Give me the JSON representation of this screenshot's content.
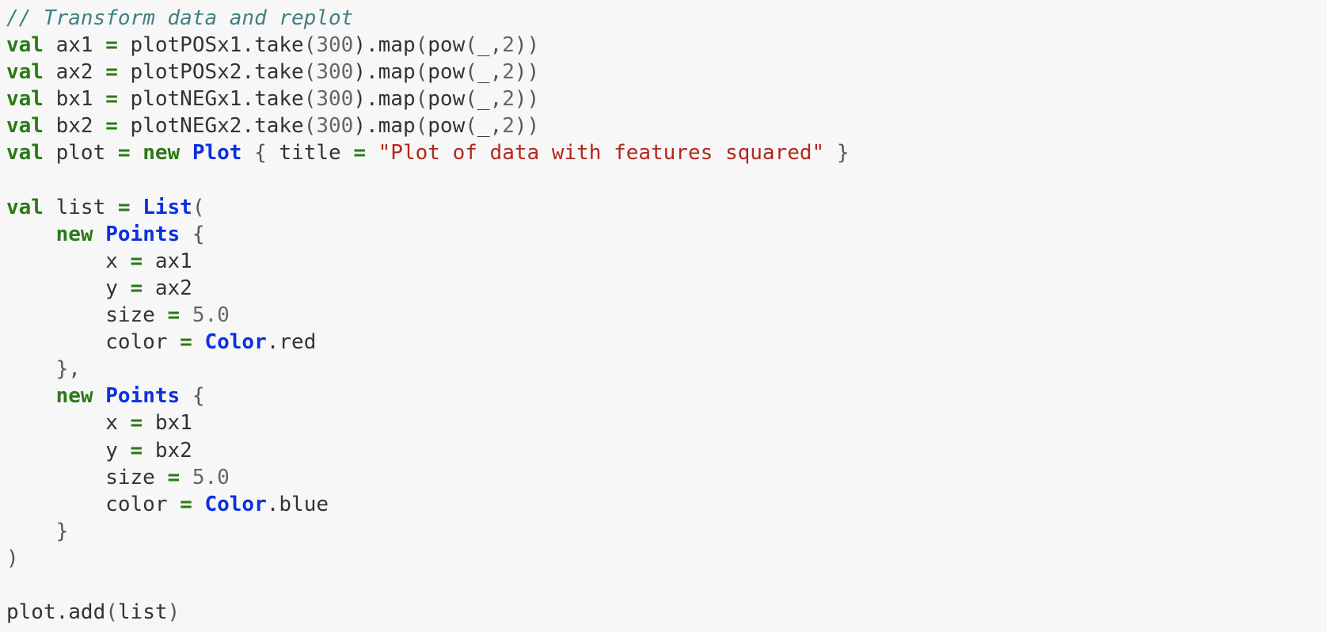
{
  "code_cell": {
    "lines": [
      [
        {
          "t": "// Transform data and replot",
          "k": "comment"
        }
      ],
      [
        {
          "t": "val",
          "k": "kw"
        },
        {
          "t": " ax1 ",
          "k": "ident"
        },
        {
          "t": "=",
          "k": "op"
        },
        {
          "t": " plotPOSx1.take",
          "k": "ident"
        },
        {
          "t": "(",
          "k": "punc"
        },
        {
          "t": "300",
          "k": "num"
        },
        {
          "t": ").map",
          "k": "ident"
        },
        {
          "t": "(",
          "k": "punc"
        },
        {
          "t": "pow",
          "k": "ident"
        },
        {
          "t": "(",
          "k": "punc"
        },
        {
          "t": "_",
          "k": "ident"
        },
        {
          "t": ",",
          "k": "punc"
        },
        {
          "t": "2",
          "k": "num"
        },
        {
          "t": "))",
          "k": "punc"
        }
      ],
      [
        {
          "t": "val",
          "k": "kw"
        },
        {
          "t": " ax2 ",
          "k": "ident"
        },
        {
          "t": "=",
          "k": "op"
        },
        {
          "t": " plotPOSx2.take",
          "k": "ident"
        },
        {
          "t": "(",
          "k": "punc"
        },
        {
          "t": "300",
          "k": "num"
        },
        {
          "t": ").map",
          "k": "ident"
        },
        {
          "t": "(",
          "k": "punc"
        },
        {
          "t": "pow",
          "k": "ident"
        },
        {
          "t": "(",
          "k": "punc"
        },
        {
          "t": "_",
          "k": "ident"
        },
        {
          "t": ",",
          "k": "punc"
        },
        {
          "t": "2",
          "k": "num"
        },
        {
          "t": "))",
          "k": "punc"
        }
      ],
      [
        {
          "t": "val",
          "k": "kw"
        },
        {
          "t": " bx1 ",
          "k": "ident"
        },
        {
          "t": "=",
          "k": "op"
        },
        {
          "t": " plotNEGx1.take",
          "k": "ident"
        },
        {
          "t": "(",
          "k": "punc"
        },
        {
          "t": "300",
          "k": "num"
        },
        {
          "t": ").map",
          "k": "ident"
        },
        {
          "t": "(",
          "k": "punc"
        },
        {
          "t": "pow",
          "k": "ident"
        },
        {
          "t": "(",
          "k": "punc"
        },
        {
          "t": "_",
          "k": "ident"
        },
        {
          "t": ",",
          "k": "punc"
        },
        {
          "t": "2",
          "k": "num"
        },
        {
          "t": "))",
          "k": "punc"
        }
      ],
      [
        {
          "t": "val",
          "k": "kw"
        },
        {
          "t": " bx2 ",
          "k": "ident"
        },
        {
          "t": "=",
          "k": "op"
        },
        {
          "t": " plotNEGx2.take",
          "k": "ident"
        },
        {
          "t": "(",
          "k": "punc"
        },
        {
          "t": "300",
          "k": "num"
        },
        {
          "t": ").map",
          "k": "ident"
        },
        {
          "t": "(",
          "k": "punc"
        },
        {
          "t": "pow",
          "k": "ident"
        },
        {
          "t": "(",
          "k": "punc"
        },
        {
          "t": "_",
          "k": "ident"
        },
        {
          "t": ",",
          "k": "punc"
        },
        {
          "t": "2",
          "k": "num"
        },
        {
          "t": "))",
          "k": "punc"
        }
      ],
      [
        {
          "t": "val",
          "k": "kw"
        },
        {
          "t": " plot ",
          "k": "ident"
        },
        {
          "t": "=",
          "k": "op"
        },
        {
          "t": " ",
          "k": "ident"
        },
        {
          "t": "new",
          "k": "kw"
        },
        {
          "t": " ",
          "k": "ident"
        },
        {
          "t": "Plot",
          "k": "type"
        },
        {
          "t": " { ",
          "k": "punc"
        },
        {
          "t": "title ",
          "k": "ident"
        },
        {
          "t": "=",
          "k": "op"
        },
        {
          "t": " ",
          "k": "ident"
        },
        {
          "t": "\"Plot of data with features squared\"",
          "k": "str"
        },
        {
          "t": " }",
          "k": "punc"
        }
      ],
      [],
      [
        {
          "t": "val",
          "k": "kw"
        },
        {
          "t": " list ",
          "k": "ident"
        },
        {
          "t": "=",
          "k": "op"
        },
        {
          "t": " ",
          "k": "ident"
        },
        {
          "t": "List",
          "k": "type"
        },
        {
          "t": "(",
          "k": "punc"
        }
      ],
      [
        {
          "t": "    ",
          "k": "ident"
        },
        {
          "t": "new",
          "k": "kw"
        },
        {
          "t": " ",
          "k": "ident"
        },
        {
          "t": "Points",
          "k": "type"
        },
        {
          "t": " {",
          "k": "punc"
        }
      ],
      [
        {
          "t": "        x ",
          "k": "ident"
        },
        {
          "t": "=",
          "k": "op"
        },
        {
          "t": " ax1",
          "k": "ident"
        }
      ],
      [
        {
          "t": "        y ",
          "k": "ident"
        },
        {
          "t": "=",
          "k": "op"
        },
        {
          "t": " ax2",
          "k": "ident"
        }
      ],
      [
        {
          "t": "        size ",
          "k": "ident"
        },
        {
          "t": "=",
          "k": "op"
        },
        {
          "t": " ",
          "k": "ident"
        },
        {
          "t": "5.0",
          "k": "num"
        }
      ],
      [
        {
          "t": "        color ",
          "k": "ident"
        },
        {
          "t": "=",
          "k": "op"
        },
        {
          "t": " ",
          "k": "ident"
        },
        {
          "t": "Color",
          "k": "type"
        },
        {
          "t": ".red",
          "k": "ident"
        }
      ],
      [
        {
          "t": "    },",
          "k": "punc"
        }
      ],
      [
        {
          "t": "    ",
          "k": "ident"
        },
        {
          "t": "new",
          "k": "kw"
        },
        {
          "t": " ",
          "k": "ident"
        },
        {
          "t": "Points",
          "k": "type"
        },
        {
          "t": " {",
          "k": "punc"
        }
      ],
      [
        {
          "t": "        x ",
          "k": "ident"
        },
        {
          "t": "=",
          "k": "op"
        },
        {
          "t": " bx1",
          "k": "ident"
        }
      ],
      [
        {
          "t": "        y ",
          "k": "ident"
        },
        {
          "t": "=",
          "k": "op"
        },
        {
          "t": " bx2",
          "k": "ident"
        }
      ],
      [
        {
          "t": "        size ",
          "k": "ident"
        },
        {
          "t": "=",
          "k": "op"
        },
        {
          "t": " ",
          "k": "ident"
        },
        {
          "t": "5.0",
          "k": "num"
        }
      ],
      [
        {
          "t": "        color ",
          "k": "ident"
        },
        {
          "t": "=",
          "k": "op"
        },
        {
          "t": " ",
          "k": "ident"
        },
        {
          "t": "Color",
          "k": "type"
        },
        {
          "t": ".blue",
          "k": "ident"
        }
      ],
      [
        {
          "t": "    }",
          "k": "punc"
        }
      ],
      [
        {
          "t": ")",
          "k": "punc"
        }
      ],
      [],
      [
        {
          "t": "plot.add",
          "k": "ident"
        },
        {
          "t": "(",
          "k": "punc"
        },
        {
          "t": "list",
          "k": "ident"
        },
        {
          "t": ")",
          "k": "punc"
        }
      ]
    ]
  },
  "colors": {
    "background": "#f7f7f7",
    "comment": "#408080",
    "keyword": "#2a7a17",
    "type": "#0b2fe0",
    "string": "#b3261e",
    "number": "#666666",
    "text": "#333333"
  }
}
